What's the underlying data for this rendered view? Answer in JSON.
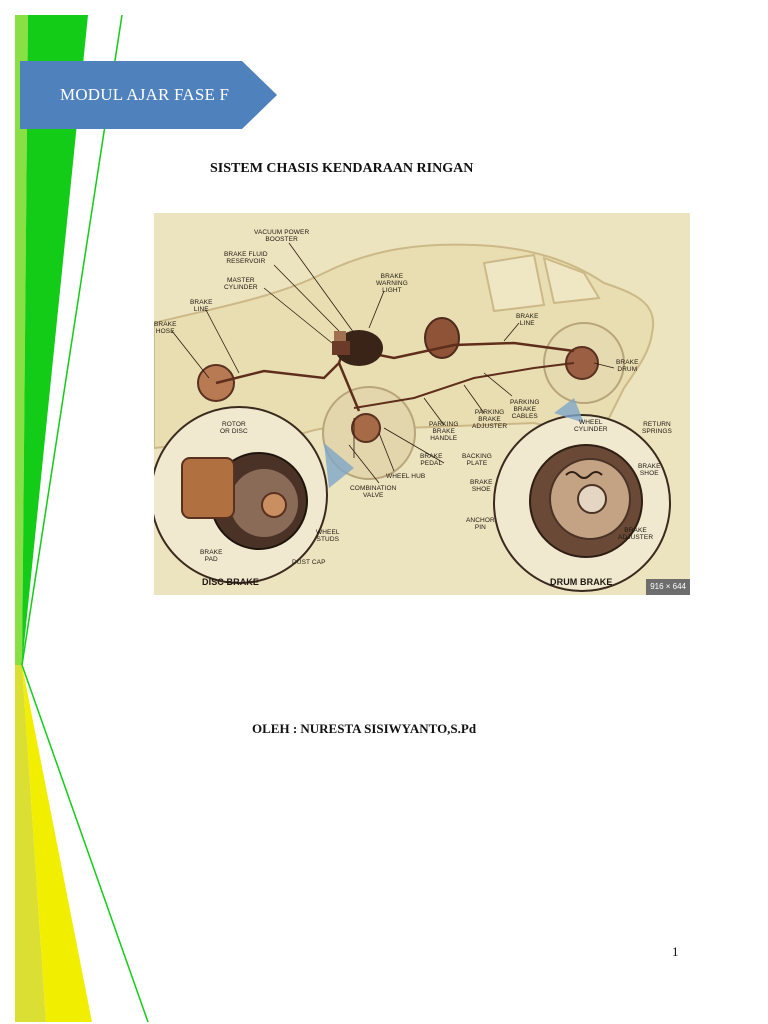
{
  "banner": {
    "text": "MODUL AJAR FASE F"
  },
  "title": "SISTEM CHASIS KENDARAAN RINGAN",
  "figure": {
    "labels": {
      "vacuum": "VACUUM POWER\nBOOSTER",
      "fluid": "BRAKE FLUID\nRESERVOIR",
      "master": "MASTER\nCYLINDER",
      "warning": "BRAKE\nWARNING\nLIGHT",
      "line_left": "BRAKE\nLINE",
      "hose": "BRAKE\nHOSE",
      "line_right": "BRAKE\nLINE",
      "drum": "BRAKE\nDRUM",
      "cables": "PARKING\nBRAKE\nCABLES",
      "adjuster": "PARKING\nBRAKE\nADJUSTER",
      "handle": "PARKING\nBRAKE\nHANDLE",
      "pedal": "BRAKE\nPEDAL",
      "hub": "WHEEL HUB",
      "combo": "COMBINATION\nVALVE",
      "rotor": "ROTOR\nOR DISC",
      "studs": "WHEEL\nSTUDS",
      "pad": "BRAKE\nPAD",
      "dust": "DUST CAP",
      "disc": "DISC BRAKE",
      "wcyl": "WHEEL\nCYLINDER",
      "springs": "RETURN\nSPRINGS",
      "backing": "BACKING\nPLATE",
      "shoe_left": "BRAKE\nSHOE",
      "shoe_right": "BRAKE\nSHOE",
      "anchor": "ANCHOR\nPIN",
      "badjuster": "BRAKE\nADJUSTER",
      "drumbrake": "DRUM BRAKE"
    },
    "dimensions": "916 × 644"
  },
  "author": "OLEH : NURESTA SISIWYANTO,S.Pd",
  "page_number": "1",
  "colors": {
    "green": "#12cc17",
    "light_green": "#88e045",
    "yellow": "#f2ee00",
    "yellow_light": "#dcdf33",
    "banner_blue": "#4f81bd"
  }
}
